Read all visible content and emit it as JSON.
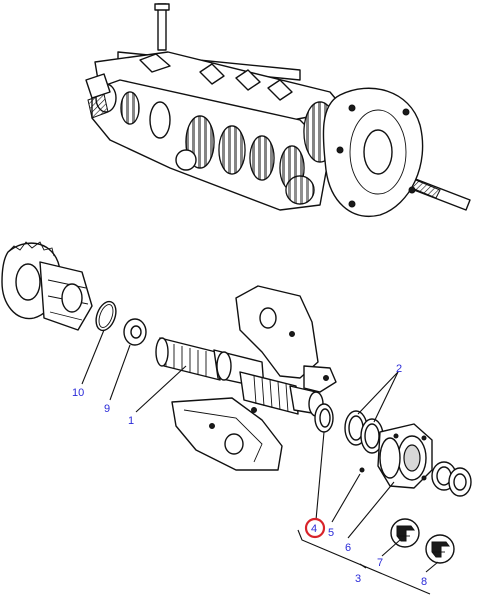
{
  "callouts": [
    {
      "id": "1",
      "label": "1"
    },
    {
      "id": "2",
      "label": "2"
    },
    {
      "id": "3",
      "label": "3"
    },
    {
      "id": "4",
      "label": "4",
      "highlighted": true
    },
    {
      "id": "5",
      "label": "5"
    },
    {
      "id": "6",
      "label": "6"
    },
    {
      "id": "7",
      "label": "7"
    },
    {
      "id": "8",
      "label": "8"
    },
    {
      "id": "9",
      "label": "9"
    },
    {
      "id": "10",
      "label": "10"
    }
  ],
  "colors": {
    "callout_text": "#2a2ad8",
    "highlight_ring": "#d8232a",
    "line_art": "#111111",
    "background": "#ffffff"
  }
}
